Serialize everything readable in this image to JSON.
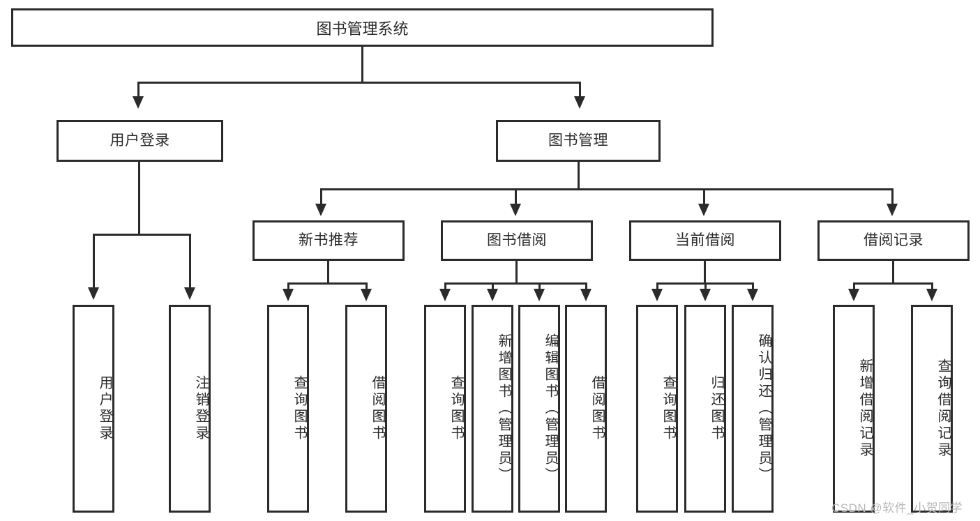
{
  "diagram": {
    "title": "图书管理系统",
    "root": {
      "label": "图书管理系统"
    },
    "level2": [
      {
        "label": "用户登录"
      },
      {
        "label": "图书管理"
      }
    ],
    "level3": [
      {
        "label": "新书推荐"
      },
      {
        "label": "图书借阅"
      },
      {
        "label": "当前借阅"
      },
      {
        "label": "借阅记录"
      }
    ],
    "leaves": {
      "user_login": [
        {
          "label": "用户登录"
        },
        {
          "label": "注销登录"
        }
      ],
      "new_book_recommend": [
        {
          "label": "查询图书"
        },
        {
          "label": "借阅图书"
        }
      ],
      "book_borrow": [
        {
          "label": "查询图书"
        },
        {
          "label": "新增图书（管理员）"
        },
        {
          "label": "编辑图书（管理员）"
        },
        {
          "label": "借阅图书"
        }
      ],
      "current_borrow": [
        {
          "label": "查询图书"
        },
        {
          "label": "归还图书"
        },
        {
          "label": "确认归还（管理员）"
        }
      ],
      "borrow_record": [
        {
          "label": "新增借阅记录"
        },
        {
          "label": "查询借阅记录"
        }
      ]
    }
  },
  "watermark": {
    "text": "CSDN @软件_小贺同学"
  },
  "colors": {
    "stroke": "#2b2b2b",
    "background": "#ffffff",
    "watermark": "#b8b8b8"
  }
}
